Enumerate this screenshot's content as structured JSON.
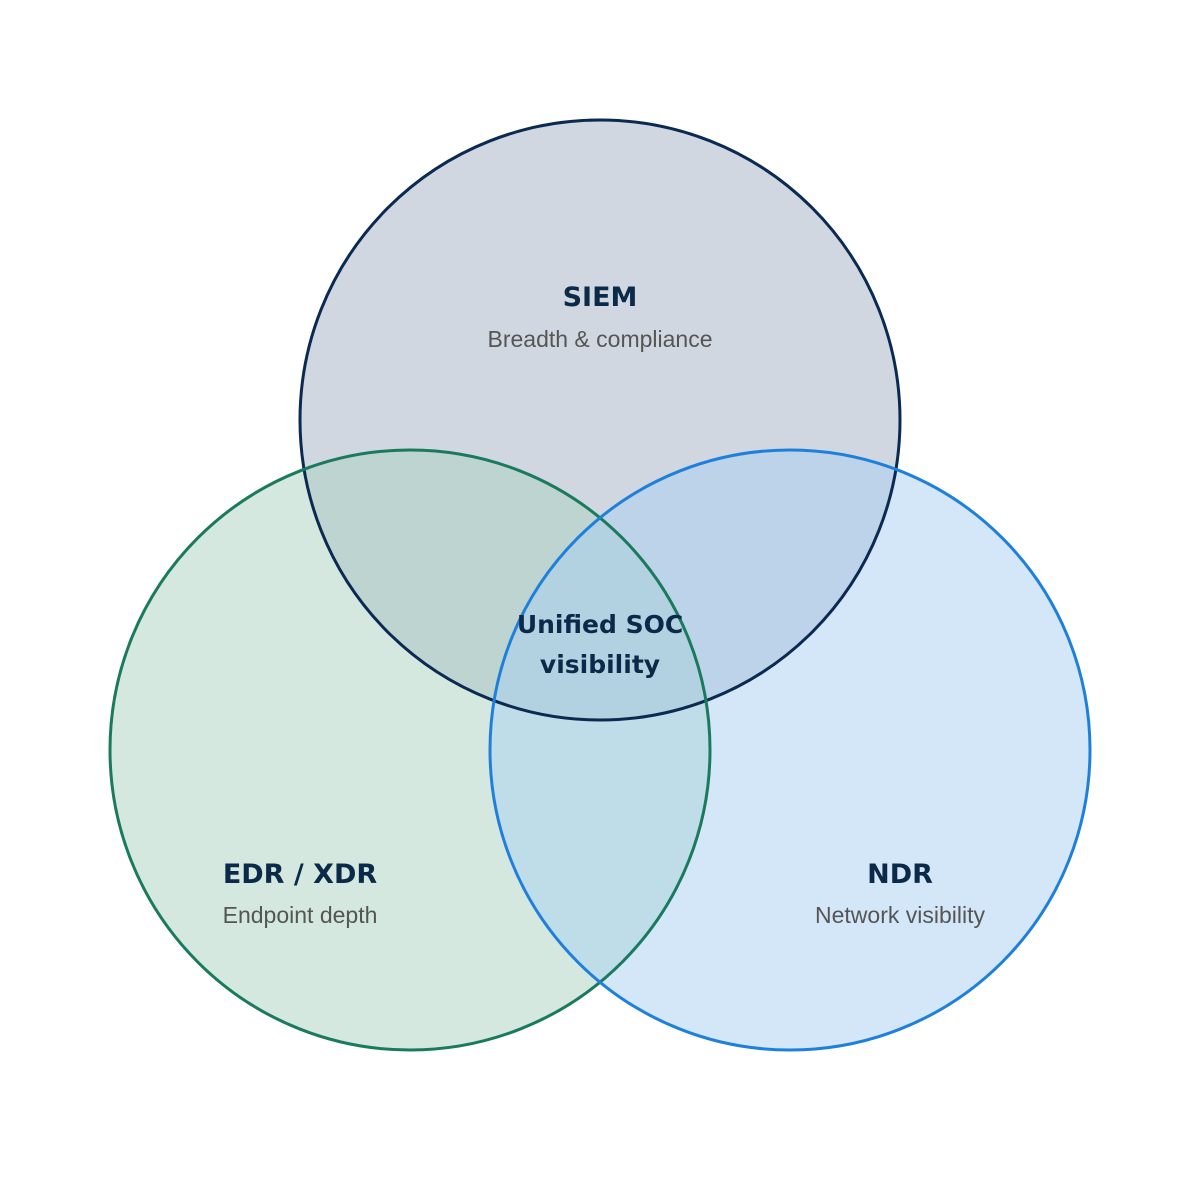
{
  "sets": [
    {
      "key": "siem",
      "label": "SIEM",
      "description": "Breadth & compliance",
      "fill": "#a4afc3",
      "stroke": "#0b2a52"
    },
    {
      "key": "edr",
      "label": "EDR / XDR",
      "description": "Endpoint depth",
      "fill": "#a9d1c1",
      "stroke": "#1a7a5c"
    },
    {
      "key": "ndr",
      "label": "NDR",
      "description": "Network visibility",
      "fill": "#a9cff1",
      "stroke": "#1f80dc"
    }
  ],
  "center": {
    "line1": "Unified SOC",
    "line2": "visibility"
  }
}
